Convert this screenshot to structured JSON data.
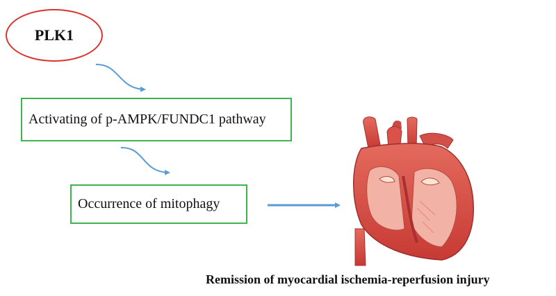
{
  "nodes": {
    "plk1": "PLK1",
    "pathway": "Activating of p-AMPK/FUNDC1 pathway",
    "mitophagy": "Occurrence of mitophagy"
  },
  "outcome": {
    "caption": "Remission of myocardial ischemia-reperfusion injury",
    "illustration": "heart-cross-section-illustration"
  },
  "colors": {
    "ellipse_border": "#d9342b",
    "box_border": "#3cb54a",
    "arrow": "#5b9bd5",
    "heart": "#d43a3a"
  }
}
